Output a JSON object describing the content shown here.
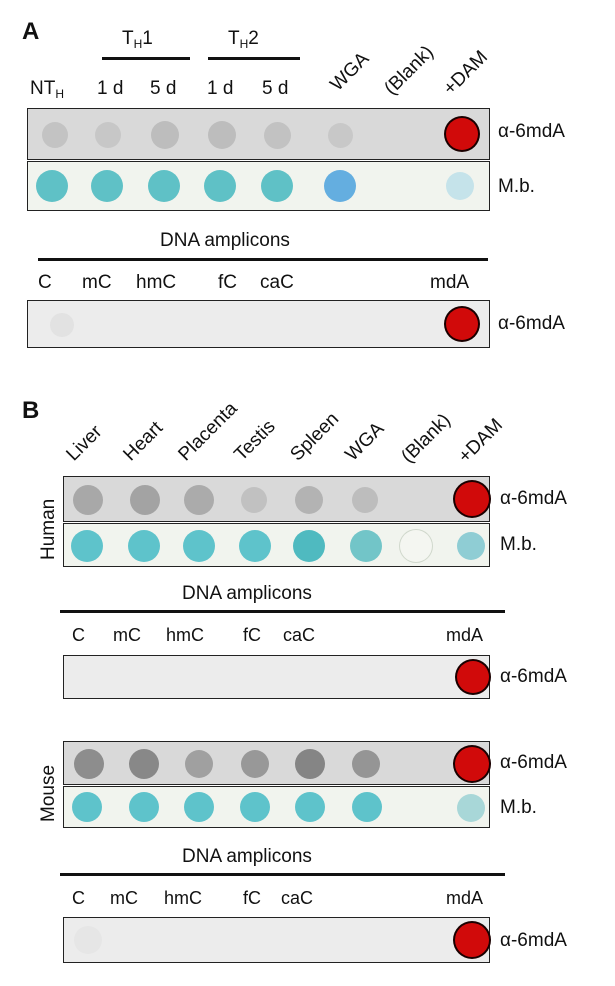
{
  "panelA": {
    "letter": "A",
    "group_th1": {
      "main": "T",
      "sub": "H",
      "tail": "1"
    },
    "group_th2": {
      "main": "T",
      "sub": "H",
      "tail": "2"
    },
    "col_nt": {
      "main": "NT",
      "sub": "H"
    },
    "col_labels": [
      "1 d",
      "5 d",
      "1 d",
      "5 d"
    ],
    "rot_labels": [
      "WGA",
      "(Blank)",
      "+DAM"
    ],
    "row1_label": "α-6mdA",
    "row2_label": "M.b.",
    "amplicons_title": "DNA amplicons",
    "amplicon_labels": [
      "C",
      "mC",
      "hmC",
      "fC",
      "caC",
      "mdA"
    ],
    "row3_label": "α-6mdA"
  },
  "panelB": {
    "letter": "B",
    "rot_labels": [
      "Liver",
      "Heart",
      "Placenta",
      "Testis",
      "Spleen",
      "WGA",
      "(Blank)",
      "+DAM"
    ],
    "human": "Human",
    "mouse": "Mouse",
    "row_label_blot": "α-6mdA",
    "row_label_mb": "M.b.",
    "amplicons_title": "DNA amplicons",
    "amplicon_labels": [
      "C",
      "mC",
      "hmC",
      "fC",
      "caC",
      "mdA"
    ]
  },
  "colors": {
    "dot_gray_light": "#c9c9c9",
    "dot_gray": "#b4b4b4",
    "dot_gray_dark": "#8f8f8f",
    "dam_red": "#d10a0a",
    "mb_teal": "#5fc1c6",
    "mb_blue": "#64aee0"
  }
}
